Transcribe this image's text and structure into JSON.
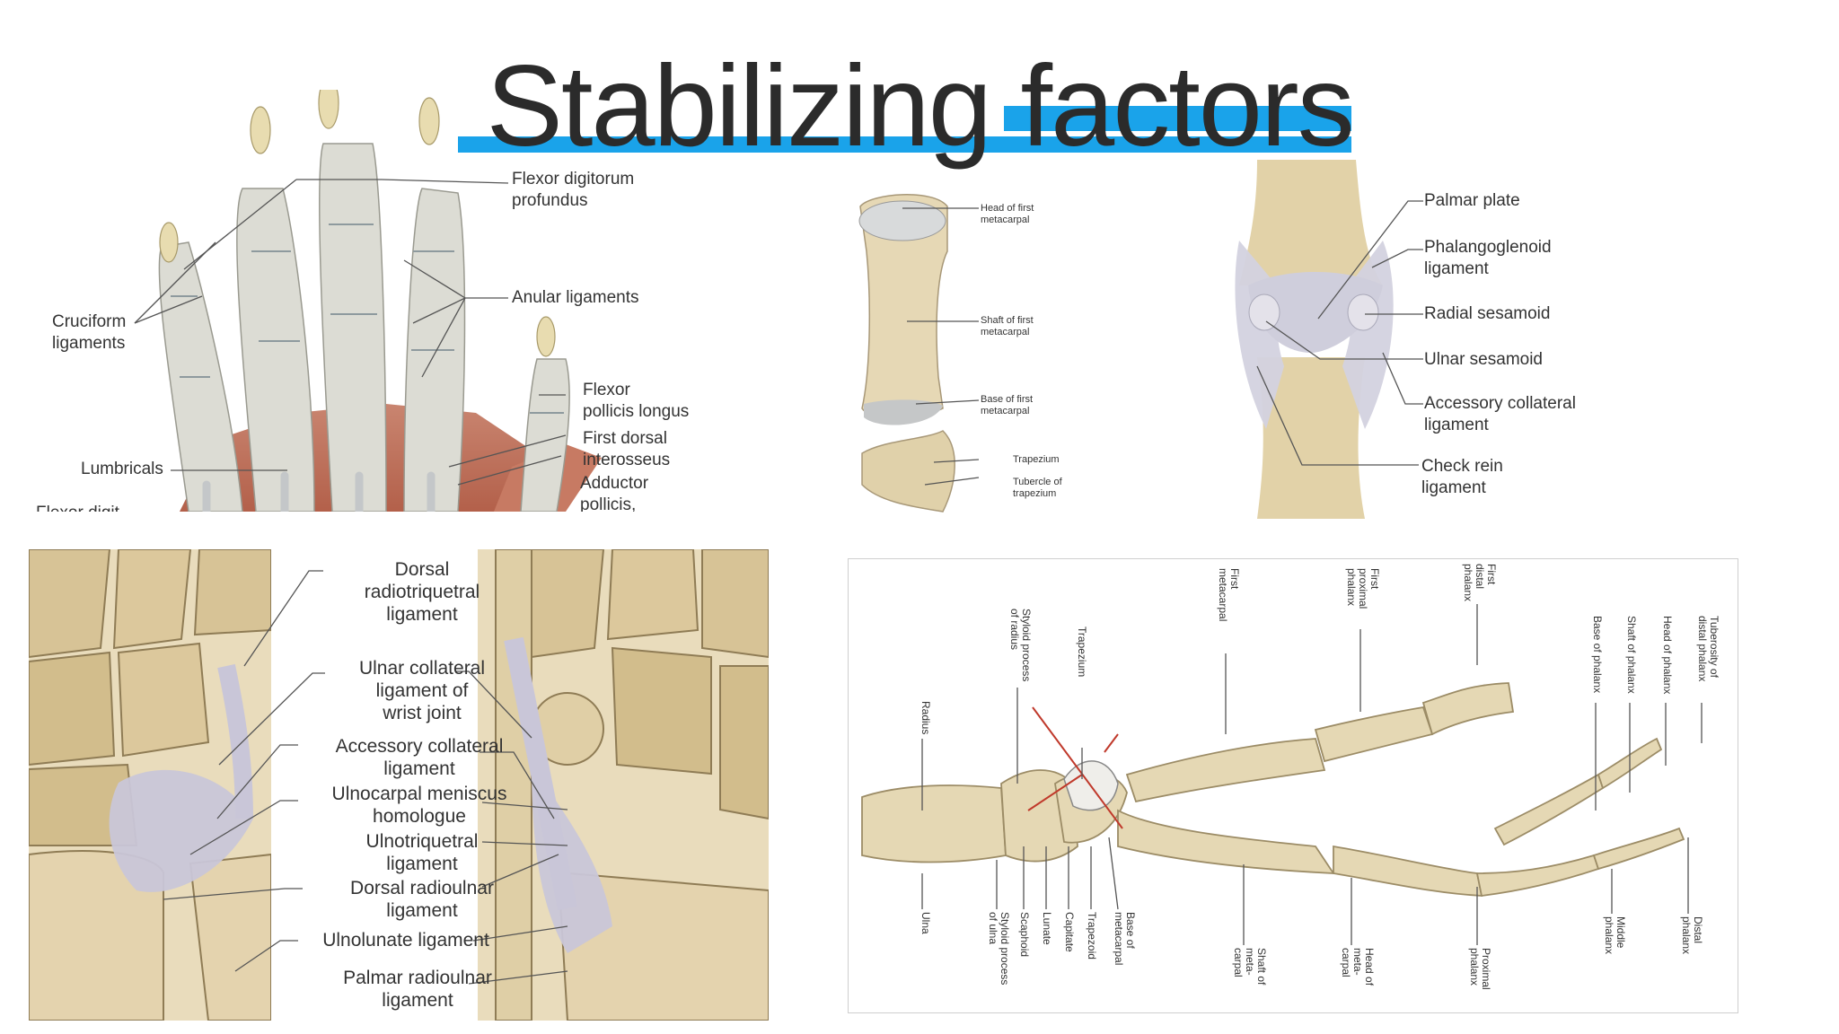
{
  "slide": {
    "title": "Stabilizing factors",
    "accent_color": "#1aa3ea"
  },
  "fig_fingers": {
    "labels": {
      "fdp": "Flexor digitorum\nprofundus",
      "anular": "Anular ligaments",
      "cruciform": "Cruciform\nligaments",
      "fpl": "Flexor\npollicis longus",
      "fdi": "First dorsal\ninterosseus",
      "adductor": "Adductor\npollicis,",
      "lumbricals": "Lumbricals",
      "cut": "Flexor digit..."
    }
  },
  "fig_metacarpal": {
    "labels": {
      "head": "Head of first\nmetacarpal",
      "shaft": "Shaft of first\nmetacarpal",
      "base": "Base of first\nmetacarpal",
      "trapezium": "Trapezium",
      "tubercle": "Tubercle of\ntrapezium"
    }
  },
  "fig_mcp": {
    "labels": {
      "palmar_plate": "Palmar plate",
      "phalangoglenoid": "Phalangoglenoid\nligament",
      "radial_sesamoid": "Radial sesamoid",
      "ulnar_sesamoid": "Ulnar sesamoid",
      "accessory": "Accessory collateral\nligament",
      "check_rein": "Check rein\nligament"
    }
  },
  "fig_wrist": {
    "labels": {
      "dorsal_rt": "Dorsal\nradiotriquetral\nligament",
      "ulnar_coll": "Ulnar collateral\nligament of\nwrist joint",
      "accessory": "Accessory collateral\nligament",
      "meniscus": "Ulnocarpal meniscus\nhomologue",
      "ulnotriquetral": "Ulnotriquetral\nligament",
      "dorsal_ru": "Dorsal radioulnar\nligament",
      "ulnolunate": "Ulnolunate ligament",
      "palmar_ru": "Palmar radioulnar\nligament"
    }
  },
  "fig_skeleton": {
    "top_labels": [
      "Radius",
      "Styloid process\nof radius",
      "Trapezium",
      "First\nmetacarpal",
      "First\nproximal\nphalanx",
      "First\ndistal\nphalanx",
      "Base of phalanx",
      "Shaft of phalanx",
      "Head of phalanx",
      "Tuberosity of\ndistal phalanx"
    ],
    "bottom_labels": [
      "Ulna",
      "Styloid process\nof ulna",
      "Scaphoid",
      "Lunate",
      "Capitate",
      "Trapezoid",
      "Base of\nmetacarpal",
      "Shaft of\nmeta-\ncarpal",
      "Head of\nmeta-\ncarpal",
      "Proximal\nphalanx",
      "Middle\nphalanx",
      "Distal\nphalanx"
    ]
  }
}
